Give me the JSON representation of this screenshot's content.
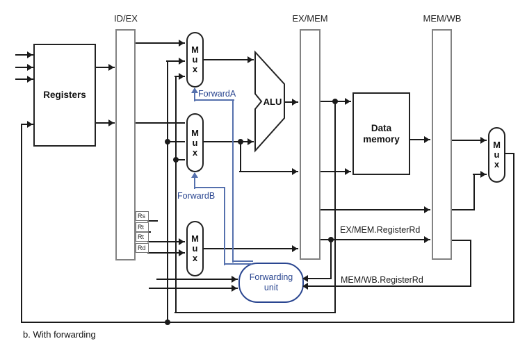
{
  "caption": "b. With forwarding",
  "pipeline_registers": {
    "idex": "ID/EX",
    "exmem": "EX/MEM",
    "memwb": "MEM/WB"
  },
  "blocks": {
    "registers": "Registers",
    "alu": "ALU",
    "data_memory": {
      "line1": "Data",
      "line2": "memory"
    },
    "forwarding_unit": {
      "line1": "Forwarding",
      "line2": "unit"
    }
  },
  "mux_letters": [
    "M",
    "u",
    "x"
  ],
  "signals": {
    "forward_a": "ForwardA",
    "forward_b": "ForwardB",
    "exmem_register_rd": "EX/MEM.RegisterRd",
    "memwb_register_rd": "MEM/WB.RegisterRd"
  },
  "register_fields": [
    "Rs",
    "Rt",
    "Rt",
    "Rd"
  ],
  "colors": {
    "wire": "#1a1a1a",
    "pipeline_register_border": "#828282",
    "block_border": "#222222",
    "forward_line": "#5570ad",
    "forward_text": "#2a4690",
    "background": "#ffffff"
  }
}
